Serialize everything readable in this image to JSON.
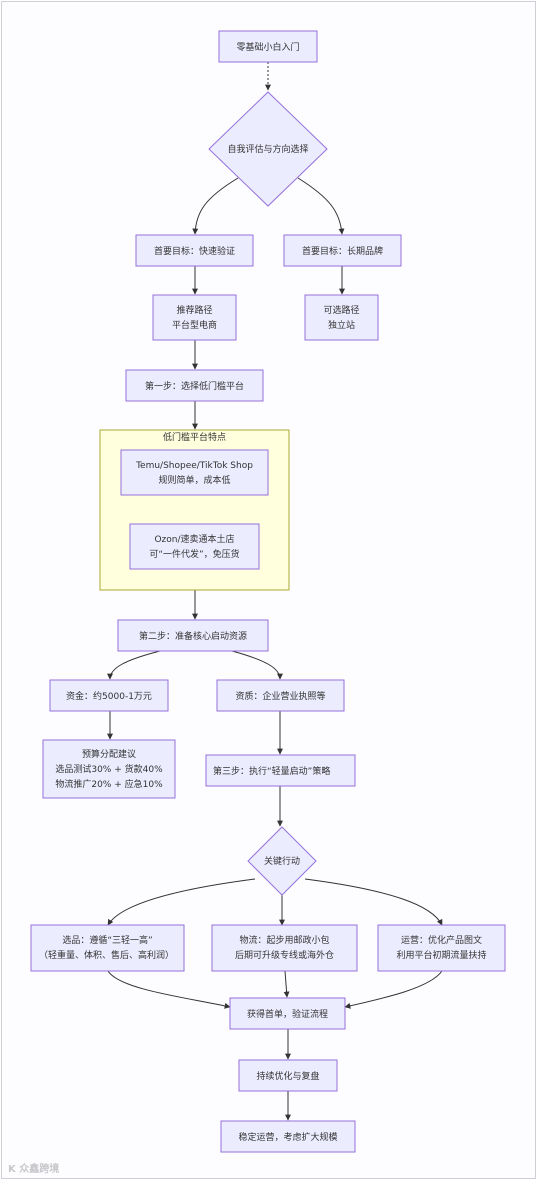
{
  "nodes": {
    "start": "零基础小白入门",
    "assess": "自我评估与方向选择",
    "goal_fast": "首要目标：快速验证",
    "goal_brand": "首要目标：长期品牌",
    "path_platform": [
      "推荐路径",
      "平台型电商"
    ],
    "path_indie": [
      "可选路径",
      "独立站"
    ],
    "step1": "第一步：选择低门槛平台",
    "cluster_title": "低门槛平台特点",
    "platform_a": [
      "Temu/Shopee/TikTok Shop",
      "规则简单，成本低"
    ],
    "platform_b": [
      "Ozon/速卖通本土店",
      "可“一件代发”，免压货"
    ],
    "step2": "第二步：准备核心启动资源",
    "funds": "资金：约5000-1万元",
    "license": "资质：企业营业执照等",
    "budget": [
      "预算分配建议",
      "选品测试30% + 货款40%",
      "物流推广20% + 应急10%"
    ],
    "step3": "第三步：执行“轻量启动”策略",
    "key_action": "关键行动",
    "select": [
      "选品：遵循“三轻一高”",
      "（轻重量、体积、售后、高利润）"
    ],
    "logistics": [
      "物流：起步用邮政小包",
      "后期可升级专线或海外仓"
    ],
    "ops": [
      "运营：优化产品图文",
      "利用平台初期流量扶持"
    ],
    "first_order": "获得首单，验证流程",
    "optimize": "持续优化与复盘",
    "scale": "稳定运营，考虑扩大规模"
  },
  "watermark": "K 众鑫跨境"
}
